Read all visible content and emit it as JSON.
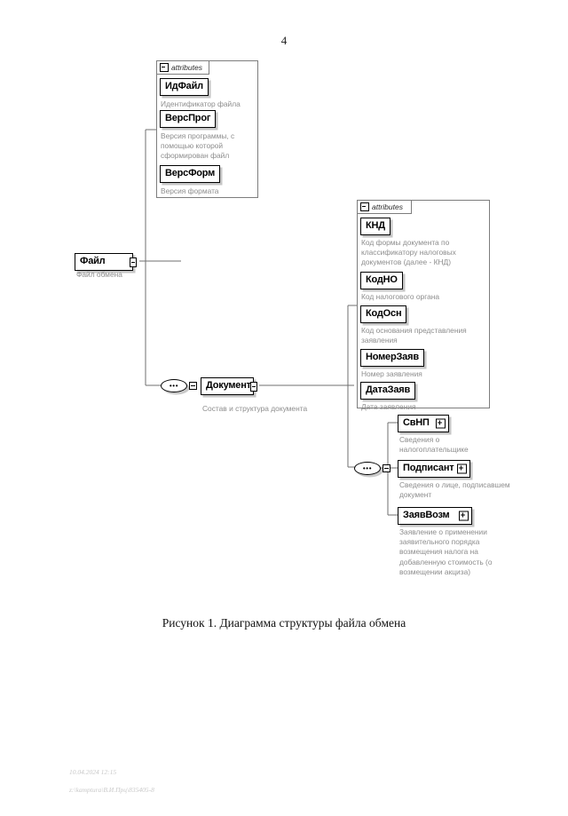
{
  "document": {
    "page_number": "4",
    "caption": "Рисунок 1. Диаграмма структуры файла обмена",
    "footer_line1": "10.04.2024 12:15",
    "footer_line2": "z:\\kamptura\\В.И.Прц\\835405-8"
  },
  "diagram": {
    "attributes_tab_label": "attributes",
    "root": {
      "name": "Файл",
      "description": "Файл обмена"
    },
    "file_attributes": [
      {
        "name": "ИдФайл",
        "description": "Идентификатор файла"
      },
      {
        "name": "ВерсПрог",
        "description": "Версия программы, с помощью которой сформирован файл"
      },
      {
        "name": "ВерсФорм",
        "description": "Версия формата"
      }
    ],
    "document_node": {
      "name": "Документ",
      "description": "Состав и структура документа"
    },
    "document_attributes": [
      {
        "name": "КНД",
        "description": "Код формы документа по классификатору налоговых документов (далее - КНД)"
      },
      {
        "name": "КодНО",
        "description": "Код налогового органа"
      },
      {
        "name": "КодОсн",
        "description": "Код основания представления заявления"
      },
      {
        "name": "НомерЗаяв",
        "description": "Номер заявления"
      },
      {
        "name": "ДатаЗаяв",
        "description": "Дата заявления"
      }
    ],
    "document_children": [
      {
        "name": "СвНП",
        "description": "Сведения о налогоплательщике",
        "expandable": true
      },
      {
        "name": "Подписант",
        "description": "Сведения о лице, подписавшем документ",
        "expandable": true
      },
      {
        "name": "ЗаявВозм",
        "description": "Заявление о применении заявительного порядка возмещения налога на добавленную стоимость (о возмещении акциза)",
        "expandable": true
      }
    ],
    "sequence_symbol": "•••"
  }
}
